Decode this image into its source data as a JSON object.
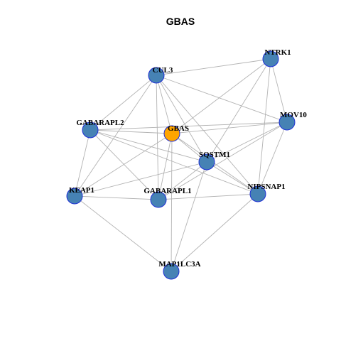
{
  "title": "GBAS",
  "colors": {
    "node_default": "#4682b4",
    "node_highlight": "#ffa500",
    "node_border": "#1f2fd6",
    "edge": "#b3b3b3"
  },
  "nodes": [
    {
      "id": "GBAS",
      "label": "GBAS",
      "highlight": true
    },
    {
      "id": "NTRK1",
      "label": "NTRK1",
      "highlight": false
    },
    {
      "id": "CUL3",
      "label": "CUL3",
      "highlight": false
    },
    {
      "id": "MOV10",
      "label": "MOV10",
      "highlight": false
    },
    {
      "id": "GABARAPL2",
      "label": "GABARAPL2",
      "highlight": false
    },
    {
      "id": "SQSTM1",
      "label": "SQSTM1",
      "highlight": false
    },
    {
      "id": "KEAP1",
      "label": "KEAP1",
      "highlight": false
    },
    {
      "id": "GABARAPL1",
      "label": "GABARAPL1",
      "highlight": false
    },
    {
      "id": "NIPSNAP1",
      "label": "NIPSNAP1",
      "highlight": false
    },
    {
      "id": "MAP1LC3A",
      "label": "MAP1LC3A",
      "highlight": false
    }
  ],
  "edges": [
    [
      "CUL3",
      "NTRK1"
    ],
    [
      "CUL3",
      "MOV10"
    ],
    [
      "CUL3",
      "GBAS"
    ],
    [
      "CUL3",
      "SQSTM1"
    ],
    [
      "CUL3",
      "GABARAPL2"
    ],
    [
      "CUL3",
      "KEAP1"
    ],
    [
      "CUL3",
      "GABARAPL1"
    ],
    [
      "CUL3",
      "NIPSNAP1"
    ],
    [
      "NTRK1",
      "GBAS"
    ],
    [
      "NTRK1",
      "MOV10"
    ],
    [
      "NTRK1",
      "SQSTM1"
    ],
    [
      "NTRK1",
      "NIPSNAP1"
    ],
    [
      "MOV10",
      "GBAS"
    ],
    [
      "MOV10",
      "SQSTM1"
    ],
    [
      "MOV10",
      "GABARAPL1"
    ],
    [
      "MOV10",
      "NIPSNAP1"
    ],
    [
      "GABARAPL2",
      "GBAS"
    ],
    [
      "GABARAPL2",
      "SQSTM1"
    ],
    [
      "GABARAPL2",
      "KEAP1"
    ],
    [
      "GABARAPL2",
      "GABARAPL1"
    ],
    [
      "GABARAPL2",
      "NIPSNAP1"
    ],
    [
      "GABARAPL2",
      "MOV10"
    ],
    [
      "GBAS",
      "SQSTM1"
    ],
    [
      "GBAS",
      "KEAP1"
    ],
    [
      "GBAS",
      "GABARAPL1"
    ],
    [
      "GBAS",
      "MAP1LC3A"
    ],
    [
      "GBAS",
      "NIPSNAP1"
    ],
    [
      "SQSTM1",
      "KEAP1"
    ],
    [
      "SQSTM1",
      "GABARAPL1"
    ],
    [
      "SQSTM1",
      "NIPSNAP1"
    ],
    [
      "SQSTM1",
      "MAP1LC3A"
    ],
    [
      "KEAP1",
      "GABARAPL1"
    ],
    [
      "KEAP1",
      "MAP1LC3A"
    ],
    [
      "GABARAPL1",
      "NIPSNAP1"
    ],
    [
      "NIPSNAP1",
      "MAP1LC3A"
    ]
  ]
}
